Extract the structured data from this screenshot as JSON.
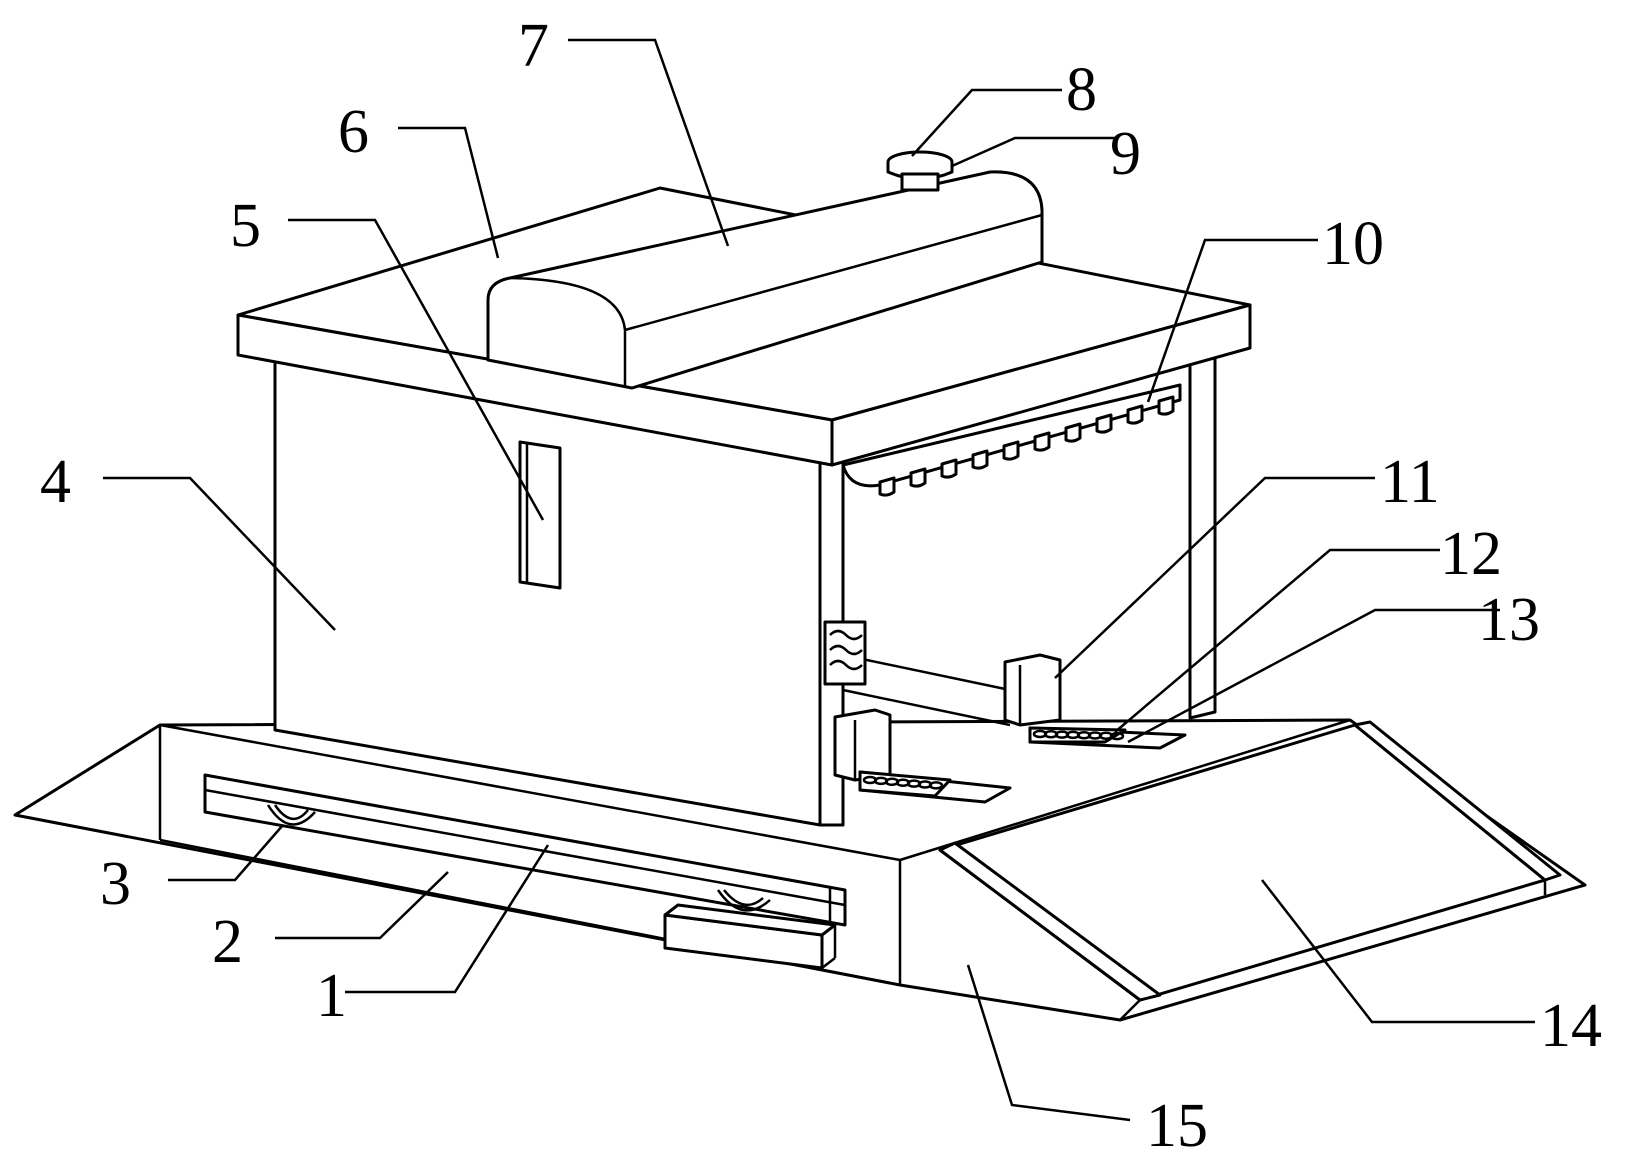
{
  "labels": {
    "n1": "1",
    "n2": "2",
    "n3": "3",
    "n4": "4",
    "n5": "5",
    "n6": "6",
    "n7": "7",
    "n8": "8",
    "n9": "9",
    "n10": "10",
    "n11": "11",
    "n12": "12",
    "n13": "13",
    "n14": "14",
    "n15": "15"
  },
  "colors": {
    "line": "#000000",
    "background": "#ffffff"
  }
}
